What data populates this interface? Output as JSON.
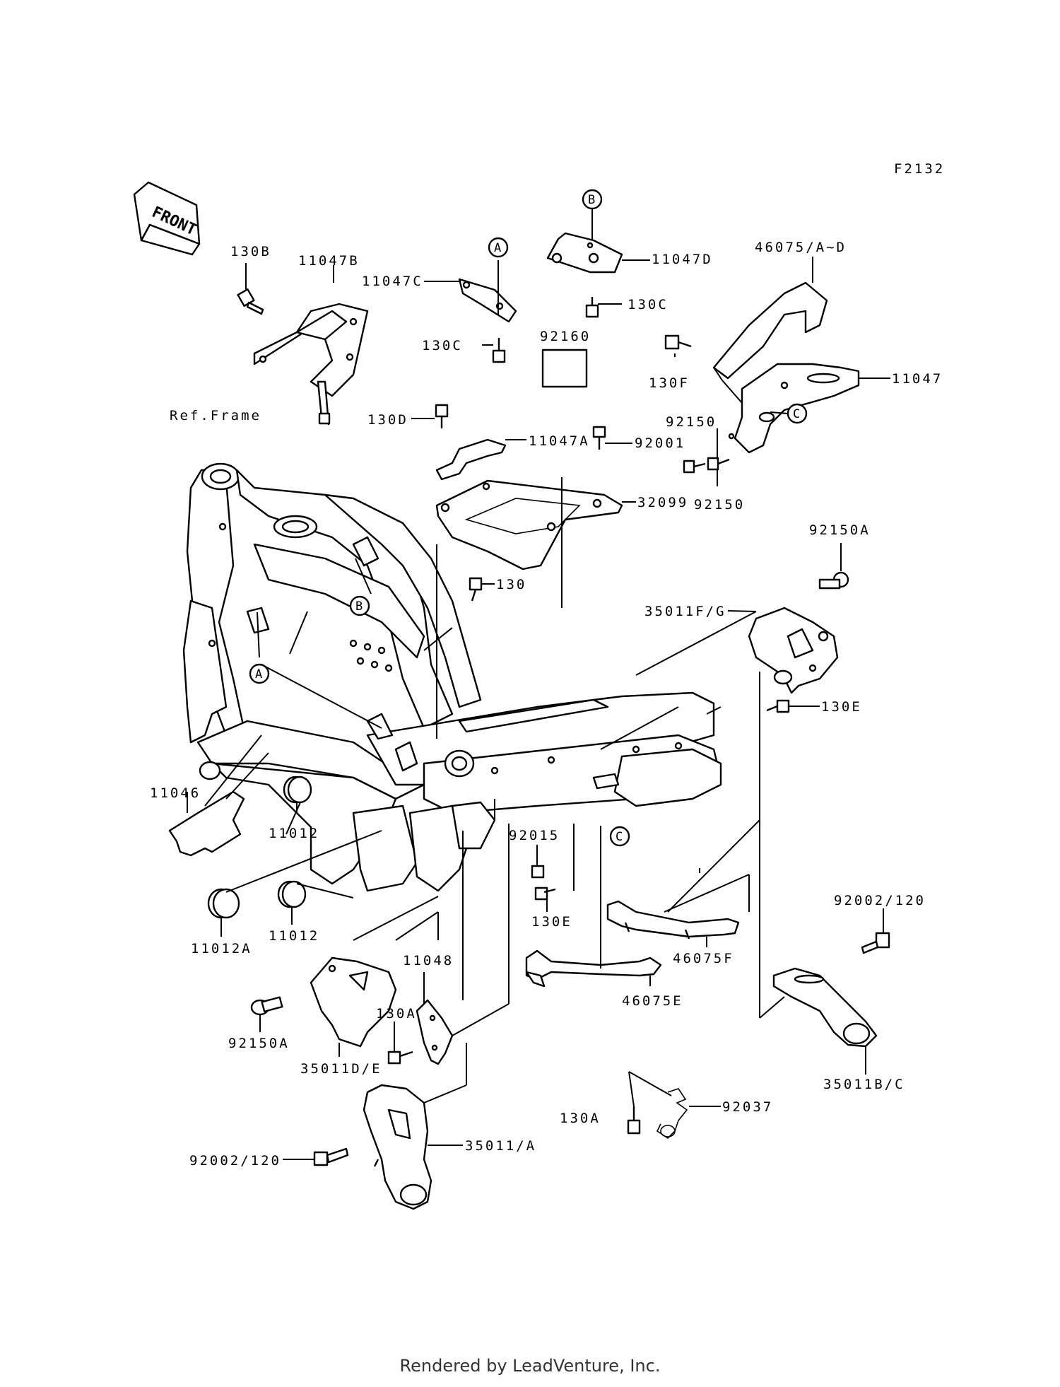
{
  "diagram_code": "F2132",
  "front_label": "FRONT",
  "ref_frame_label": "Ref.Frame",
  "footer": "Rendered by LeadVenture, Inc.",
  "callouts": [
    "A",
    "B",
    "C"
  ],
  "part_labels": {
    "p130B": "130B",
    "p11047B": "11047B",
    "p11047C": "11047C",
    "p11047D": "11047D",
    "p130C_1": "130C",
    "p130C_2": "130C",
    "p46075AD": "46075/A~D",
    "p92160": "92160",
    "p130F": "130F",
    "p11047": "11047",
    "p130D": "130D",
    "p11047A": "11047A",
    "p92001": "92001",
    "p92150_1": "92150",
    "p92150_2": "92150",
    "p32099": "32099",
    "p130": "130",
    "p92150A_1": "92150A",
    "p35011FG": "35011F/G",
    "p130E_1": "130E",
    "p11046": "11046",
    "p11012_1": "11012",
    "p92015": "92015",
    "p11012A": "11012A",
    "p11012_2": "11012",
    "p130E_2": "130E",
    "p92002_1": "92002/120",
    "p46075F": "46075F",
    "p11048": "11048",
    "p46075E": "46075E",
    "p130A_1": "130A",
    "p92150A_2": "92150A",
    "p35011DE": "35011D/E",
    "p35011BC": "35011B/C",
    "p130A_2": "130A",
    "p92037": "92037",
    "p35011A": "35011/A",
    "p92002_2": "92002/120"
  }
}
